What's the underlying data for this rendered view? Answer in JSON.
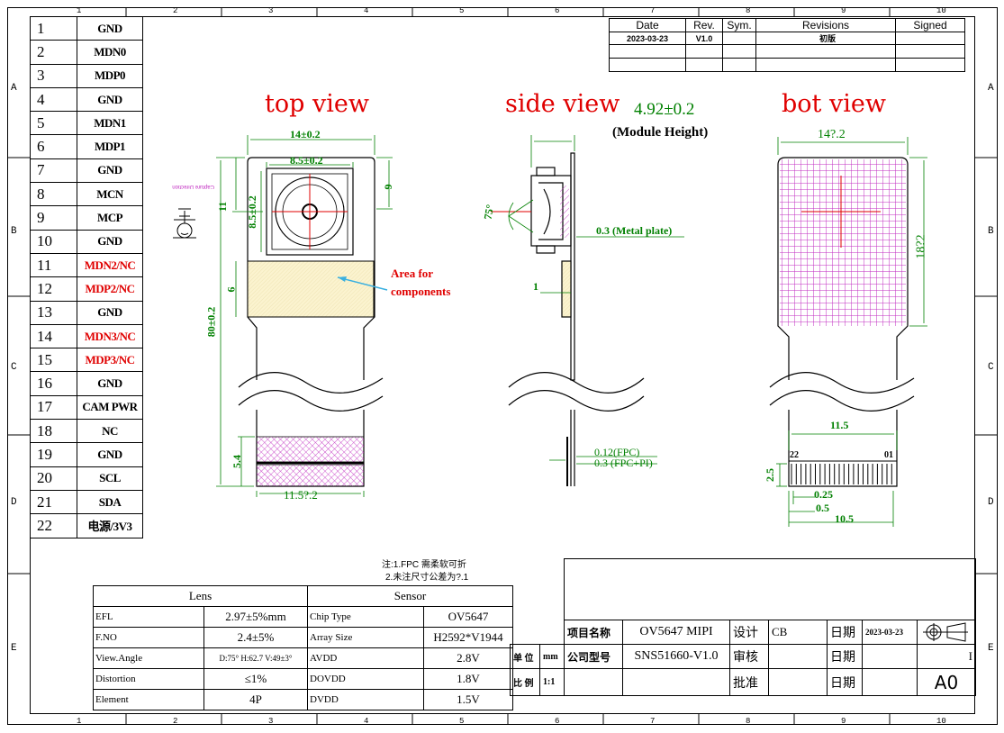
{
  "border": {
    "columns": [
      "1",
      "2",
      "3",
      "4",
      "5",
      "6",
      "7",
      "8",
      "9",
      "10"
    ],
    "rows": [
      "A",
      "B",
      "C",
      "D",
      "E"
    ]
  },
  "pins": [
    {
      "num": "1",
      "signal": "GND",
      "red": false
    },
    {
      "num": "2",
      "signal": "MDN0",
      "red": false
    },
    {
      "num": "3",
      "signal": "MDP0",
      "red": false
    },
    {
      "num": "4",
      "signal": "GND",
      "red": false
    },
    {
      "num": "5",
      "signal": "MDN1",
      "red": false
    },
    {
      "num": "6",
      "signal": "MDP1",
      "red": false
    },
    {
      "num": "7",
      "signal": "GND",
      "red": false
    },
    {
      "num": "8",
      "signal": "MCN",
      "red": false
    },
    {
      "num": "9",
      "signal": "MCP",
      "red": false
    },
    {
      "num": "10",
      "signal": "GND",
      "red": false
    },
    {
      "num": "11",
      "signal": "MDN2/NC",
      "red": true
    },
    {
      "num": "12",
      "signal": "MDP2/NC",
      "red": true
    },
    {
      "num": "13",
      "signal": "GND",
      "red": false
    },
    {
      "num": "14",
      "signal": "MDN3/NC",
      "red": true
    },
    {
      "num": "15",
      "signal": "MDP3/NC",
      "red": true
    },
    {
      "num": "16",
      "signal": "GND",
      "red": false
    },
    {
      "num": "17",
      "signal": "CAM PWR",
      "red": false
    },
    {
      "num": "18",
      "signal": "NC",
      "red": false
    },
    {
      "num": "19",
      "signal": "GND",
      "red": false
    },
    {
      "num": "20",
      "signal": "SCL",
      "red": false
    },
    {
      "num": "21",
      "signal": "SDA",
      "red": false
    },
    {
      "num": "22",
      "signal": "电源/3V3",
      "red": false
    }
  ],
  "revisions": {
    "headers": [
      "Date",
      "Rev.",
      "Sym.",
      "Revisions",
      "Signed"
    ],
    "row": [
      "2023-03-23",
      "V1.0",
      "",
      "初版",
      ""
    ]
  },
  "views": {
    "top": "top view",
    "side": "side view",
    "bot": "bot view"
  },
  "capture_direction": "Capture Direction",
  "top_dims": {
    "width": "14±0.2",
    "lens_width": "8.5±0.2",
    "lens_height": "8.5±0.2",
    "offset_11": "11",
    "offset_6": "6",
    "area_6": "6",
    "length": "80±0.2",
    "tail_height": "5.4",
    "tail_width": "11.5?.2",
    "area_label_1": "Area for",
    "area_label_2": "components"
  },
  "side_dims": {
    "height": "4.92±0.2",
    "height_label": "(Module Height)",
    "angle": "75°",
    "metal": "0.3 (Metal plate)",
    "stiff": "1",
    "fpc1": "0.12(FPC)",
    "fpc2": "0.3 (FPC+PI)"
  },
  "bot_dims": {
    "width": "14?.2",
    "height": "18?2",
    "conn_width": "11.5",
    "pin_first": "22",
    "pin_last": "01",
    "conn_h": "2.5",
    "pitch": "0.25",
    "p05": "0.5",
    "total": "10.5"
  },
  "notes": {
    "n1": "注:1.FPC 需柔软可折",
    "n2": "2.未注尺寸公差为?.1"
  },
  "spec": {
    "lens_header": "Lens",
    "sensor_header": "Sensor",
    "rows": [
      {
        "l": "EFL",
        "lv": "2.97±5%mm",
        "s": "Chip Type",
        "sv": "OV5647"
      },
      {
        "l": "F.NO",
        "lv": "2.4±5%",
        "s": "Array Size",
        "sv": "H2592*V1944"
      },
      {
        "l": "View.Angle",
        "lv": "D:75° H:62.7 V:49±3°",
        "s": "AVDD",
        "sv": "2.8V"
      },
      {
        "l": "Distortion",
        "lv": "≤1%",
        "s": "DOVDD",
        "sv": "1.8V"
      },
      {
        "l": "Element",
        "lv": "4P",
        "s": "DVDD",
        "sv": "1.5V"
      }
    ]
  },
  "title_block": {
    "proj_label": "项目名称",
    "proj_value": "OV5647 MIPI",
    "design_label": "设计",
    "design_value": "CB",
    "date_label": "日期",
    "date_value": "2023-03-23",
    "company_label": "公司型号",
    "company_value": "SNS51660-V1.0",
    "review_label": "审核",
    "date2_label": "日期",
    "sheet_mark": "I",
    "unit_label": "单 位",
    "unit_value": "mm",
    "scale_label": "比 例",
    "scale_value": "1:1",
    "approve_label": "批准",
    "date3_label": "日期",
    "size": "A0"
  }
}
